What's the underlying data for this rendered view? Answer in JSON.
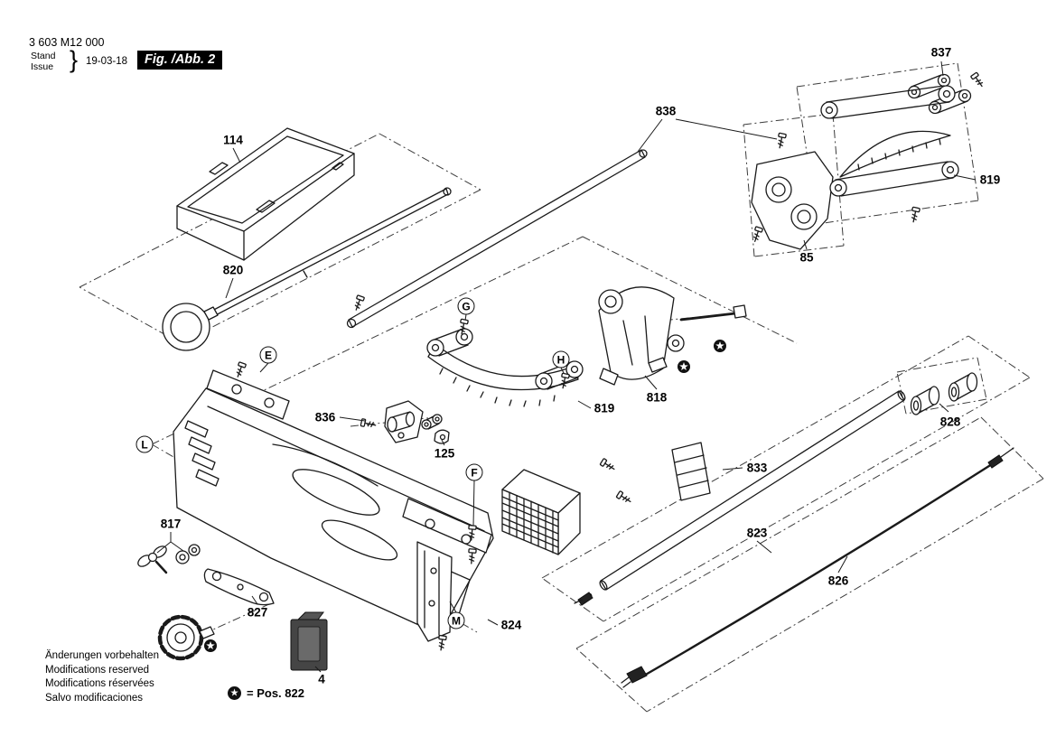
{
  "header": {
    "part_number": "3 603 M12 000",
    "stand_label": "Stand",
    "issue_label": "Issue",
    "brace": "}",
    "date": "19-03-18",
    "figure_label": "Fig. /Abb. 2"
  },
  "callouts": {
    "c114": "114",
    "c837": "837",
    "c838": "838",
    "c819_top": "819",
    "c85": "85",
    "c820": "820",
    "c818": "818",
    "c836": "836",
    "c819_mid": "819",
    "c125": "125",
    "c828": "828",
    "c833": "833",
    "c823": "823",
    "c817": "817",
    "c826": "826",
    "c827": "827",
    "c824": "824",
    "c4": "4"
  },
  "reference_letters": {
    "E": "E",
    "F": "F",
    "G": "G",
    "H": "H",
    "L": "L",
    "M": "M"
  },
  "legend": {
    "star_glyph": "★",
    "text": "= Pos. 822"
  },
  "footer_notes": [
    "Änderungen vorbehalten",
    "Modifications reserved",
    "Modifications réservées",
    "Salvo modificaciones"
  ]
}
